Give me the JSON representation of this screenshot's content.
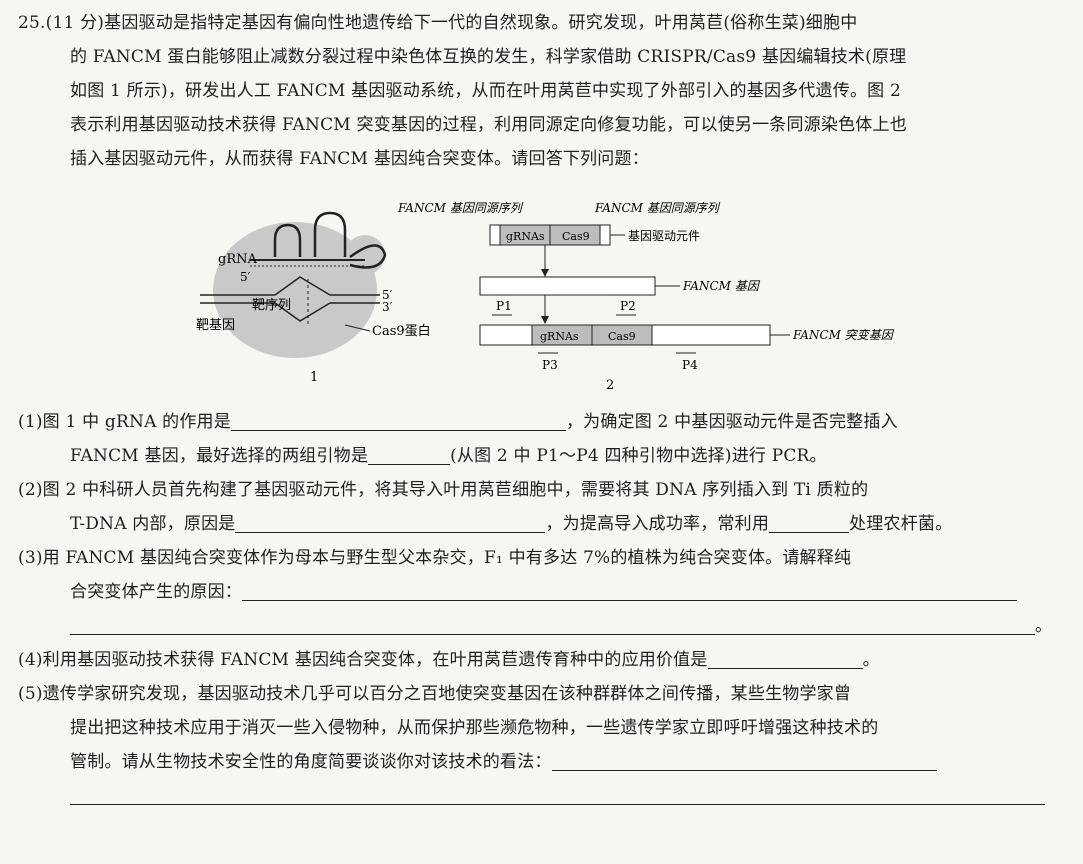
{
  "question": {
    "number_score": "25.(11 分)",
    "intro_lines": [
      "基因驱动是指特定基因有偏向性地遗传给下一代的自然现象。研究发现，叶用莴苣(俗称生菜)细胞中",
      "的 FANCM 蛋白能够阻止减数分裂过程中染色体互换的发生，科学家借助 CRISPR/Cas9 基因编辑技术(原理",
      "如图 1 所示)，研发出人工 FANCM 基因驱动系统，从而在叶用莴苣中实现了外部引入的基因多代遗传。图 2",
      "表示利用基因驱动技术获得 FANCM 突变基因的过程，利用同源定向修复功能，可以使另一条同源染色体上也",
      "插入基因驱动元件，从而获得 FANCM 基因纯合突变体。请回答下列问题："
    ]
  },
  "figure1": {
    "gRNA": "gRNA",
    "five_prime": "5′",
    "three_prime": "3′",
    "target_seq": "靶序列",
    "target_gene": "靶基因",
    "cas9": "Cas9蛋白",
    "caption": "1"
  },
  "figure2": {
    "homolog_left": "FANCM 基因同源序列",
    "homolog_right": "FANCM 基因同源序列",
    "grnas": "gRNAs",
    "cas9": "Cas9",
    "element": "基因驱动元件",
    "gene": "FANCM 基因",
    "mutant": "FANCM 突变基因",
    "p1": "P1",
    "p2": "P2",
    "p3": "P3",
    "p4": "P4",
    "caption": "2"
  },
  "sub": {
    "q1a": "(1)图 1 中 gRNA 的作用是",
    "q1b": "，为确定图 2 中基因驱动元件是否完整插入",
    "q1c": "FANCM 基因，最好选择的两组引物是",
    "q1d": "(从图 2 中 P1～P4 四种引物中选择)进行 PCR。",
    "q2a": "(2)图 2 中科研人员首先构建了基因驱动元件，将其导入叶用莴苣细胞中，需要将其 DNA 序列插入到 Ti 质粒的",
    "q2b": "T-DNA 内部，原因是",
    "q2c": "，为提高导入成功率，常利用",
    "q2d": "处理农杆菌。",
    "q3a": "(3)用 FANCM 基因纯合突变体作为母本与野生型父本杂交，F₁ 中有多达 7%的植株为纯合突变体。请解释纯",
    "q3b": "合突变体产生的原因：",
    "period": "。",
    "q4a": "(4)利用基因驱动技术获得 FANCM 基因纯合突变体，在叶用莴苣遗传育种中的应用价值是",
    "q5a": "(5)遗传学家研究发现，基因驱动技术几乎可以百分之百地使突变基因在该种群群体之间传播，某些生物学家曾",
    "q5b": "提出把这种技术应用于消灭一些入侵物种，从而保护那些濒危物种，一些遗传学家立即呼吁增强这种技术的",
    "q5c": "管制。请从生物技术安全性的角度简要谈谈你对该技术的看法："
  }
}
